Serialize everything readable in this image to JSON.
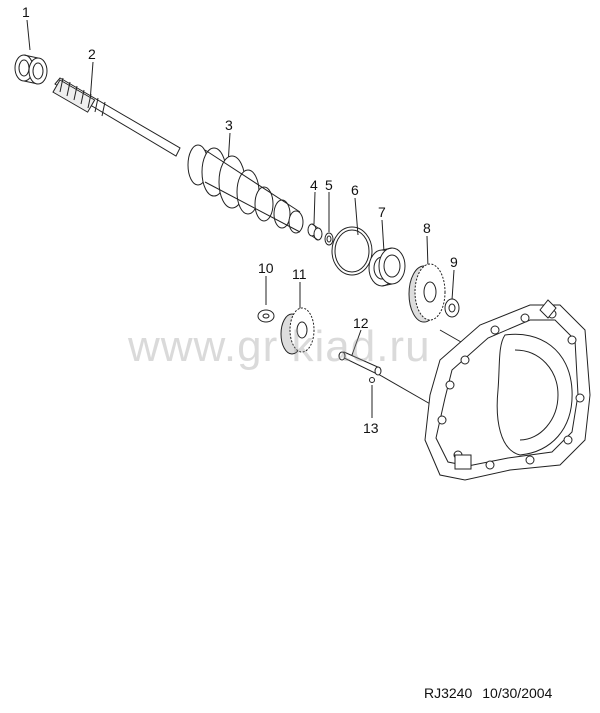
{
  "diagram": {
    "callouts": [
      "1",
      "2",
      "3",
      "4",
      "5",
      "6",
      "7",
      "8",
      "9",
      "10",
      "11",
      "12",
      "13"
    ],
    "watermark": "www.gr  kiad.ru",
    "footer": {
      "code": "RJ3240",
      "date": "10/30/2004"
    }
  }
}
